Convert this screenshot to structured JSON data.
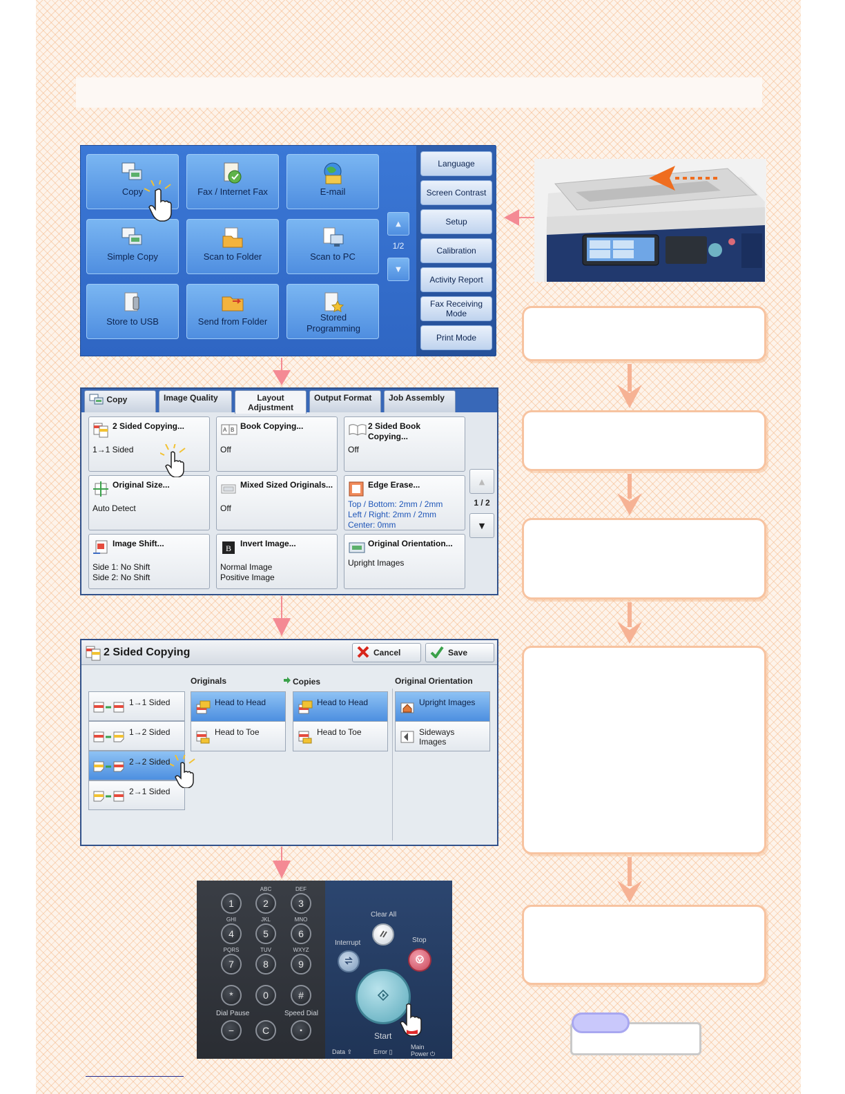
{
  "home": {
    "tiles": [
      {
        "label": "Copy",
        "icon": "copy-icon"
      },
      {
        "label": "Fax / Internet Fax",
        "icon": "fax-icon"
      },
      {
        "label": "E-mail",
        "icon": "email-icon"
      },
      {
        "label": "Simple Copy",
        "icon": "simple-copy-icon"
      },
      {
        "label": "Scan to Folder",
        "icon": "scan-folder-icon"
      },
      {
        "label": "Scan to PC",
        "icon": "scan-pc-icon"
      },
      {
        "label": "Store to USB",
        "icon": "usb-icon"
      },
      {
        "label": "Send from Folder",
        "icon": "send-folder-icon"
      },
      {
        "label": "Stored Programming",
        "icon": "stored-programming-icon"
      }
    ],
    "page_indicator": "1/2",
    "side_buttons": [
      "Language",
      "Screen Contrast",
      "Setup",
      "Calibration",
      "Activity Report",
      "Fax Receiving Mode",
      "Print Mode"
    ]
  },
  "layout": {
    "tabs": [
      "Copy",
      "Image Quality",
      "Layout Adjustment",
      "Output Format",
      "Job Assembly"
    ],
    "cards": [
      {
        "title": "2 Sided Copying...",
        "value": "1→1 Sided",
        "icon": "two-sided-icon"
      },
      {
        "title": "Book Copying...",
        "value": "Off",
        "icon": "book-icon"
      },
      {
        "title": "2 Sided Book Copying...",
        "value": "Off",
        "icon": "open-book-icon"
      },
      {
        "title": "Original Size...",
        "value": "Auto Detect",
        "icon": "original-size-icon"
      },
      {
        "title": "Mixed Sized Originals...",
        "value": "Off",
        "icon": "mixed-size-icon"
      },
      {
        "title": "Edge Erase...",
        "value_lines": [
          "Top / Bottom: 2mm / 2mm",
          "Left / Right: 2mm / 2mm",
          "Center: 0mm"
        ],
        "icon": "edge-erase-icon"
      },
      {
        "title": "Image Shift...",
        "value_lines": [
          "Side 1: No Shift",
          "Side 2: No Shift"
        ],
        "icon": "image-shift-icon"
      },
      {
        "title": "Invert Image...",
        "value_lines": [
          "Normal Image",
          "Positive Image"
        ],
        "icon": "invert-icon"
      },
      {
        "title": "Original Orientation...",
        "value": "Upright Images",
        "icon": "orientation-icon"
      }
    ],
    "page_indicator": "1 / 2"
  },
  "twosided": {
    "title": "2 Sided Copying",
    "cancel_label": "Cancel",
    "save_label": "Save",
    "headers": {
      "originals": "Originals",
      "copies": "Copies",
      "orientation": "Original Orientation"
    },
    "sided_options": [
      "1→1 Sided",
      "1→2 Sided",
      "2→2 Sided",
      "2→1 Sided"
    ],
    "selected_sided_index": 2,
    "originals_options": [
      "Head to Head",
      "Head to Toe"
    ],
    "copies_options": [
      "Head to Head",
      "Head to Toe"
    ],
    "orientation_options": [
      "Upright Images",
      "Sideways Images"
    ]
  },
  "keypad": {
    "keys": [
      "1",
      "2",
      "3",
      "4",
      "5",
      "6",
      "7",
      "8",
      "9",
      "*",
      "0",
      "#"
    ],
    "letters": [
      "ABC",
      "DEF",
      "GHI",
      "JKL",
      "MNO",
      "PQRS",
      "TUV",
      "WXYZ"
    ],
    "dial_pause": "Dial Pause",
    "speed_dial": "Speed Dial",
    "clear_all": "Clear All",
    "interrupt": "Interrupt",
    "stop": "Stop",
    "start": "Start",
    "main_power": "Main Power",
    "data": "Data",
    "error": "Error",
    "c_key": "C",
    "minus_key": "−"
  },
  "colors": {
    "home_bg": "#2f66c3",
    "flow_border": "#f7c3a0",
    "flow_arrow": "#f6b294",
    "pink_arrow": "#f48a94",
    "legend_pill": "#c9c8fb"
  }
}
